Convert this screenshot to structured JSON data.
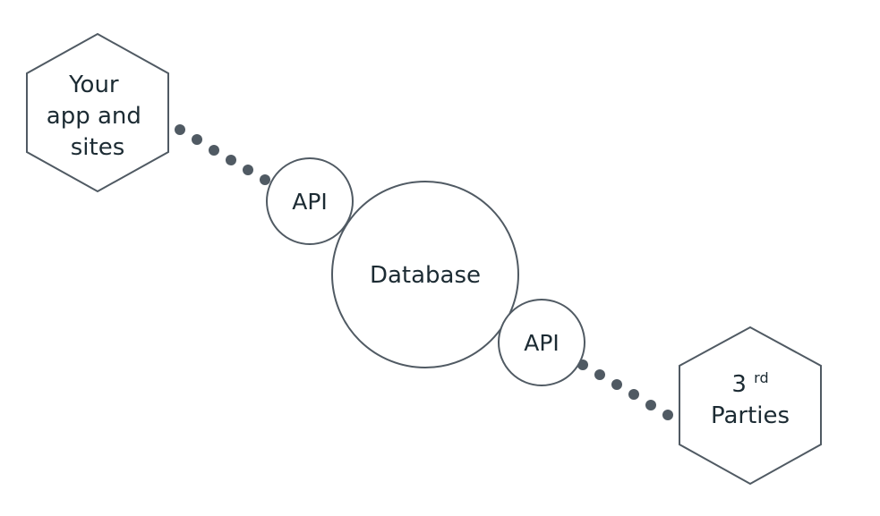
{
  "diagram": {
    "source_node": {
      "lines": [
        "Your",
        "app and",
        "sites"
      ]
    },
    "api_top": {
      "label": "API"
    },
    "database": {
      "label": "Database"
    },
    "api_bottom": {
      "label": "API"
    },
    "target_node": {
      "ordinal_number": "3",
      "ordinal_suffix": "rd",
      "second_line": "Parties"
    },
    "colors": {
      "stroke": "#505a63",
      "dots": "#505a63",
      "text": "#1c2b33",
      "background": "#ffffff"
    }
  }
}
